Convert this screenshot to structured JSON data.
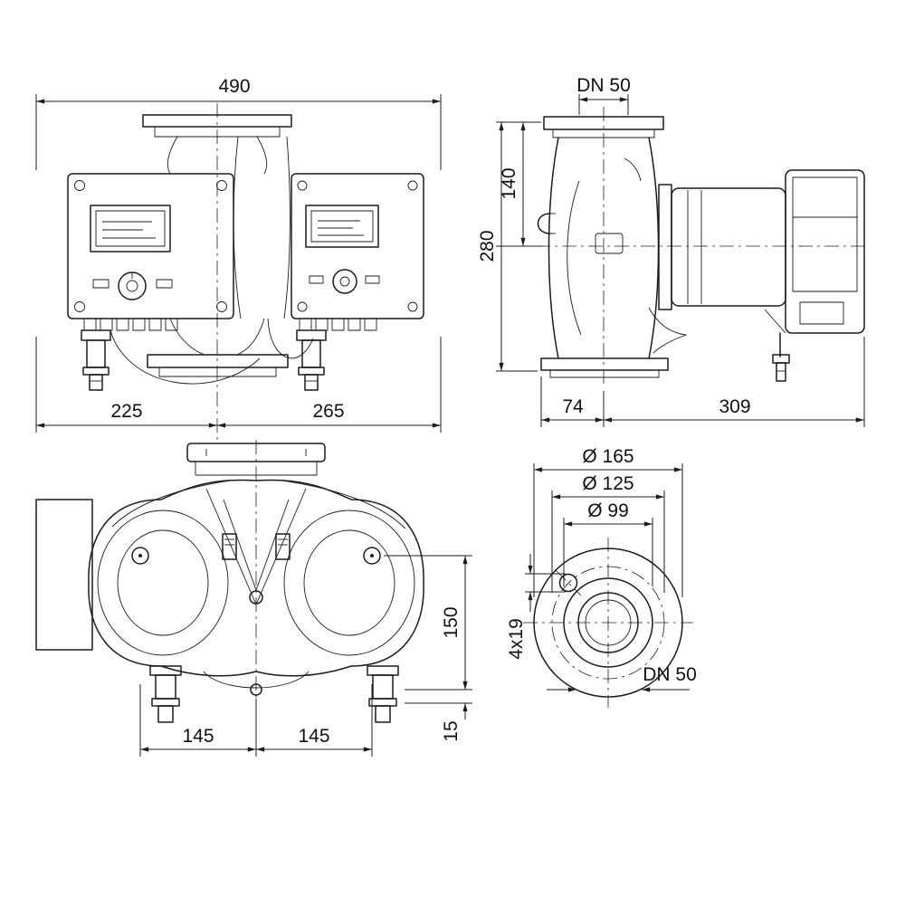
{
  "colors": {
    "ink": "#1c1c1c",
    "background": "#ffffff"
  },
  "dims": {
    "front_view": {
      "overall_width": "490",
      "left_width": "225",
      "right_width": "265"
    },
    "side_view": {
      "flange_nominal": "DN 50",
      "flange_to_axis": "140",
      "overall_height": "280",
      "front_depth": "74",
      "rear_depth": "309"
    },
    "top_view": {
      "axis_to_foot": "150",
      "foot_offset": "15",
      "left_spacing": "145",
      "right_spacing": "145"
    },
    "flange_view": {
      "outer_diameter": "Ø 165",
      "bolt_circle_diameter": "Ø 125",
      "raised_face_diameter": "Ø 99",
      "bolt_holes": "4x19",
      "nominal_diameter": "DN 50"
    }
  }
}
